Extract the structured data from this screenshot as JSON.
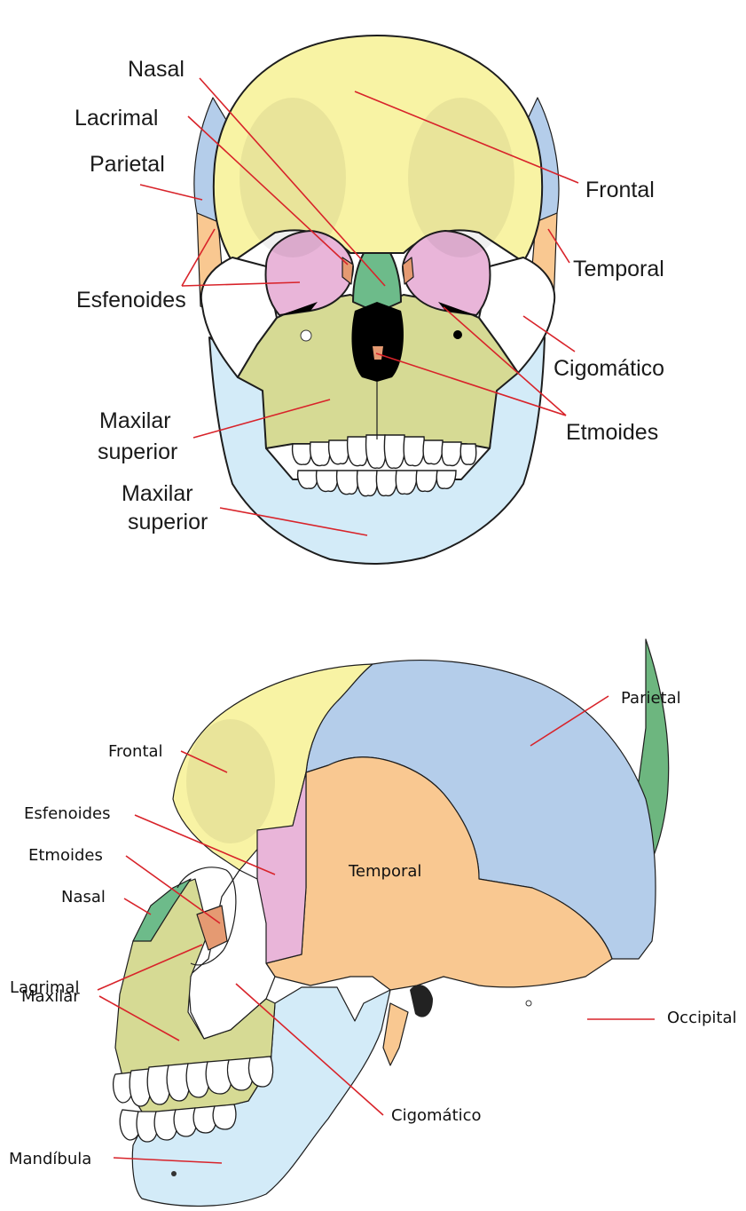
{
  "front_view": {
    "labels": {
      "nasal": "Nasal",
      "lacrimal": "Lacrimal",
      "parietal": "Parietal",
      "esfenoides": "Esfenoides",
      "maxilar_superior_1a": "Maxilar",
      "maxilar_superior_1b": "superior",
      "maxilar_superior_2a": "Maxilar",
      "maxilar_superior_2b": "superior",
      "frontal": "Frontal",
      "temporal": "Temporal",
      "cigomatico": "Cigomático",
      "etmoides": "Etmoides"
    }
  },
  "side_view": {
    "labels": {
      "parietal": "Parietal",
      "frontal": "Frontal",
      "esfenoides": "Esfenoides",
      "etmoides": "Etmoides",
      "nasal": "Nasal",
      "lagrimal": "Lagrimal",
      "maxilar": "Maxilar",
      "mandibula": "Mandíbula",
      "temporal": "Temporal",
      "occipital": "Occipital",
      "cigomatico": "Cigomático"
    }
  },
  "colors": {
    "frontal": "#f8f3a4",
    "parietal": "#b4cdea",
    "temporal": "#f9c891",
    "sphenoid": "#e9b5d9",
    "nasal": "#6dbb8a",
    "zygomatic": "#ffffff",
    "maxilla": "#d6da94",
    "mandible": "#d3ebf8",
    "occipital": "#6db67f",
    "ethmoid": "#e59a72",
    "leader_line": "#d8232a"
  }
}
